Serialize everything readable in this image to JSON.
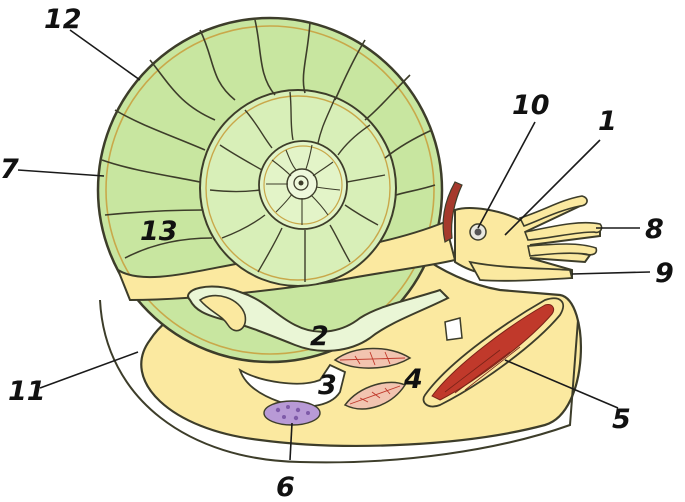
{
  "labels": {
    "l1": "1",
    "l2": "2",
    "l3": "3",
    "l4": "4",
    "l5": "5",
    "l6": "6",
    "l7": "7",
    "l8": "8",
    "l9": "9",
    "l10": "10",
    "l11": "11",
    "l12": "12",
    "l13": "13"
  },
  "colors": {
    "shell_green": "#c8e6a0",
    "inner_green": "#d8efb8",
    "body_yellow": "#fbe9a0",
    "outline": "#3d3d2a",
    "red": "#c0392b",
    "gill_pink": "#f2c4b0",
    "purple": "#b89ad6"
  }
}
